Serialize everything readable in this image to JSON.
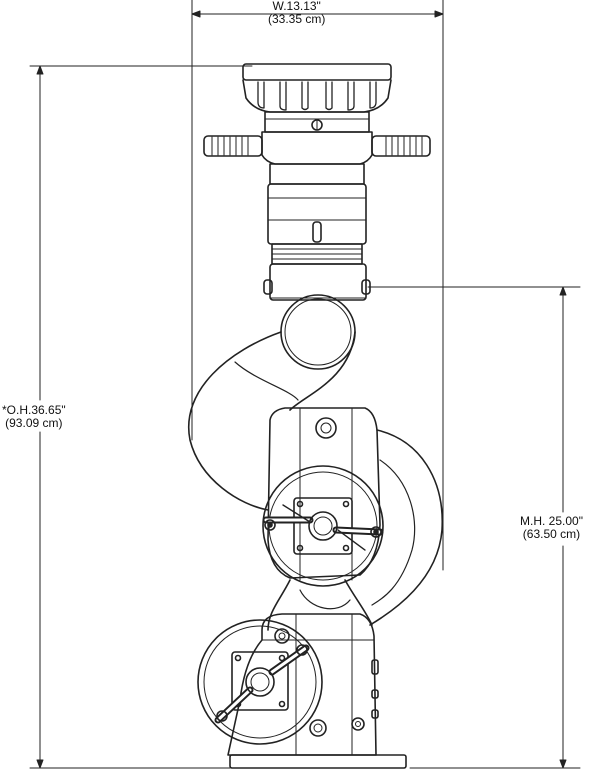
{
  "dimensions": {
    "width": {
      "imperial": "W.13.13\"",
      "metric": "(33.35 cm)"
    },
    "overall_height": {
      "imperial": "*O.H.36.65\"",
      "metric": "(93.09 cm)"
    },
    "mounting_height": {
      "imperial": "M.H. 25.00\"",
      "metric": "(63.50 cm)"
    }
  },
  "colors": {
    "line": "#222222",
    "background": "#ffffff"
  }
}
